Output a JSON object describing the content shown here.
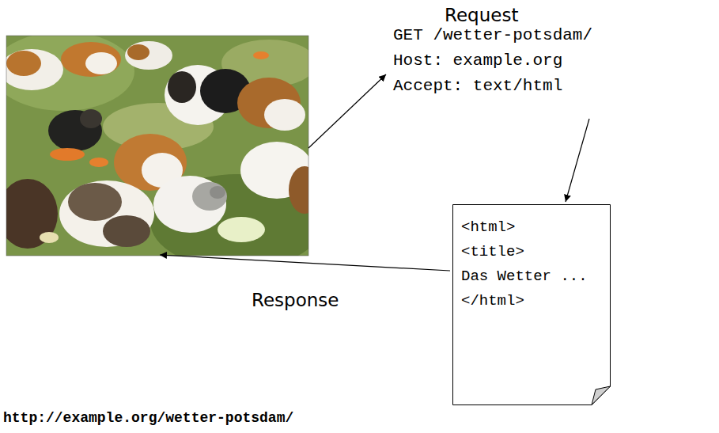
{
  "diagram": {
    "nodes": [
      {
        "text": [
          "<html>",
          "<title>",
          "Das Wetter ...",
          "</html>"
        ]
      }
    ],
    "labels": [
      "Request",
      "GET /wetter-potsdam/",
      "Host: example.org",
      "Accept: text/html",
      "Response",
      "http://example.org/wetter-potsdam/"
    ]
  }
}
